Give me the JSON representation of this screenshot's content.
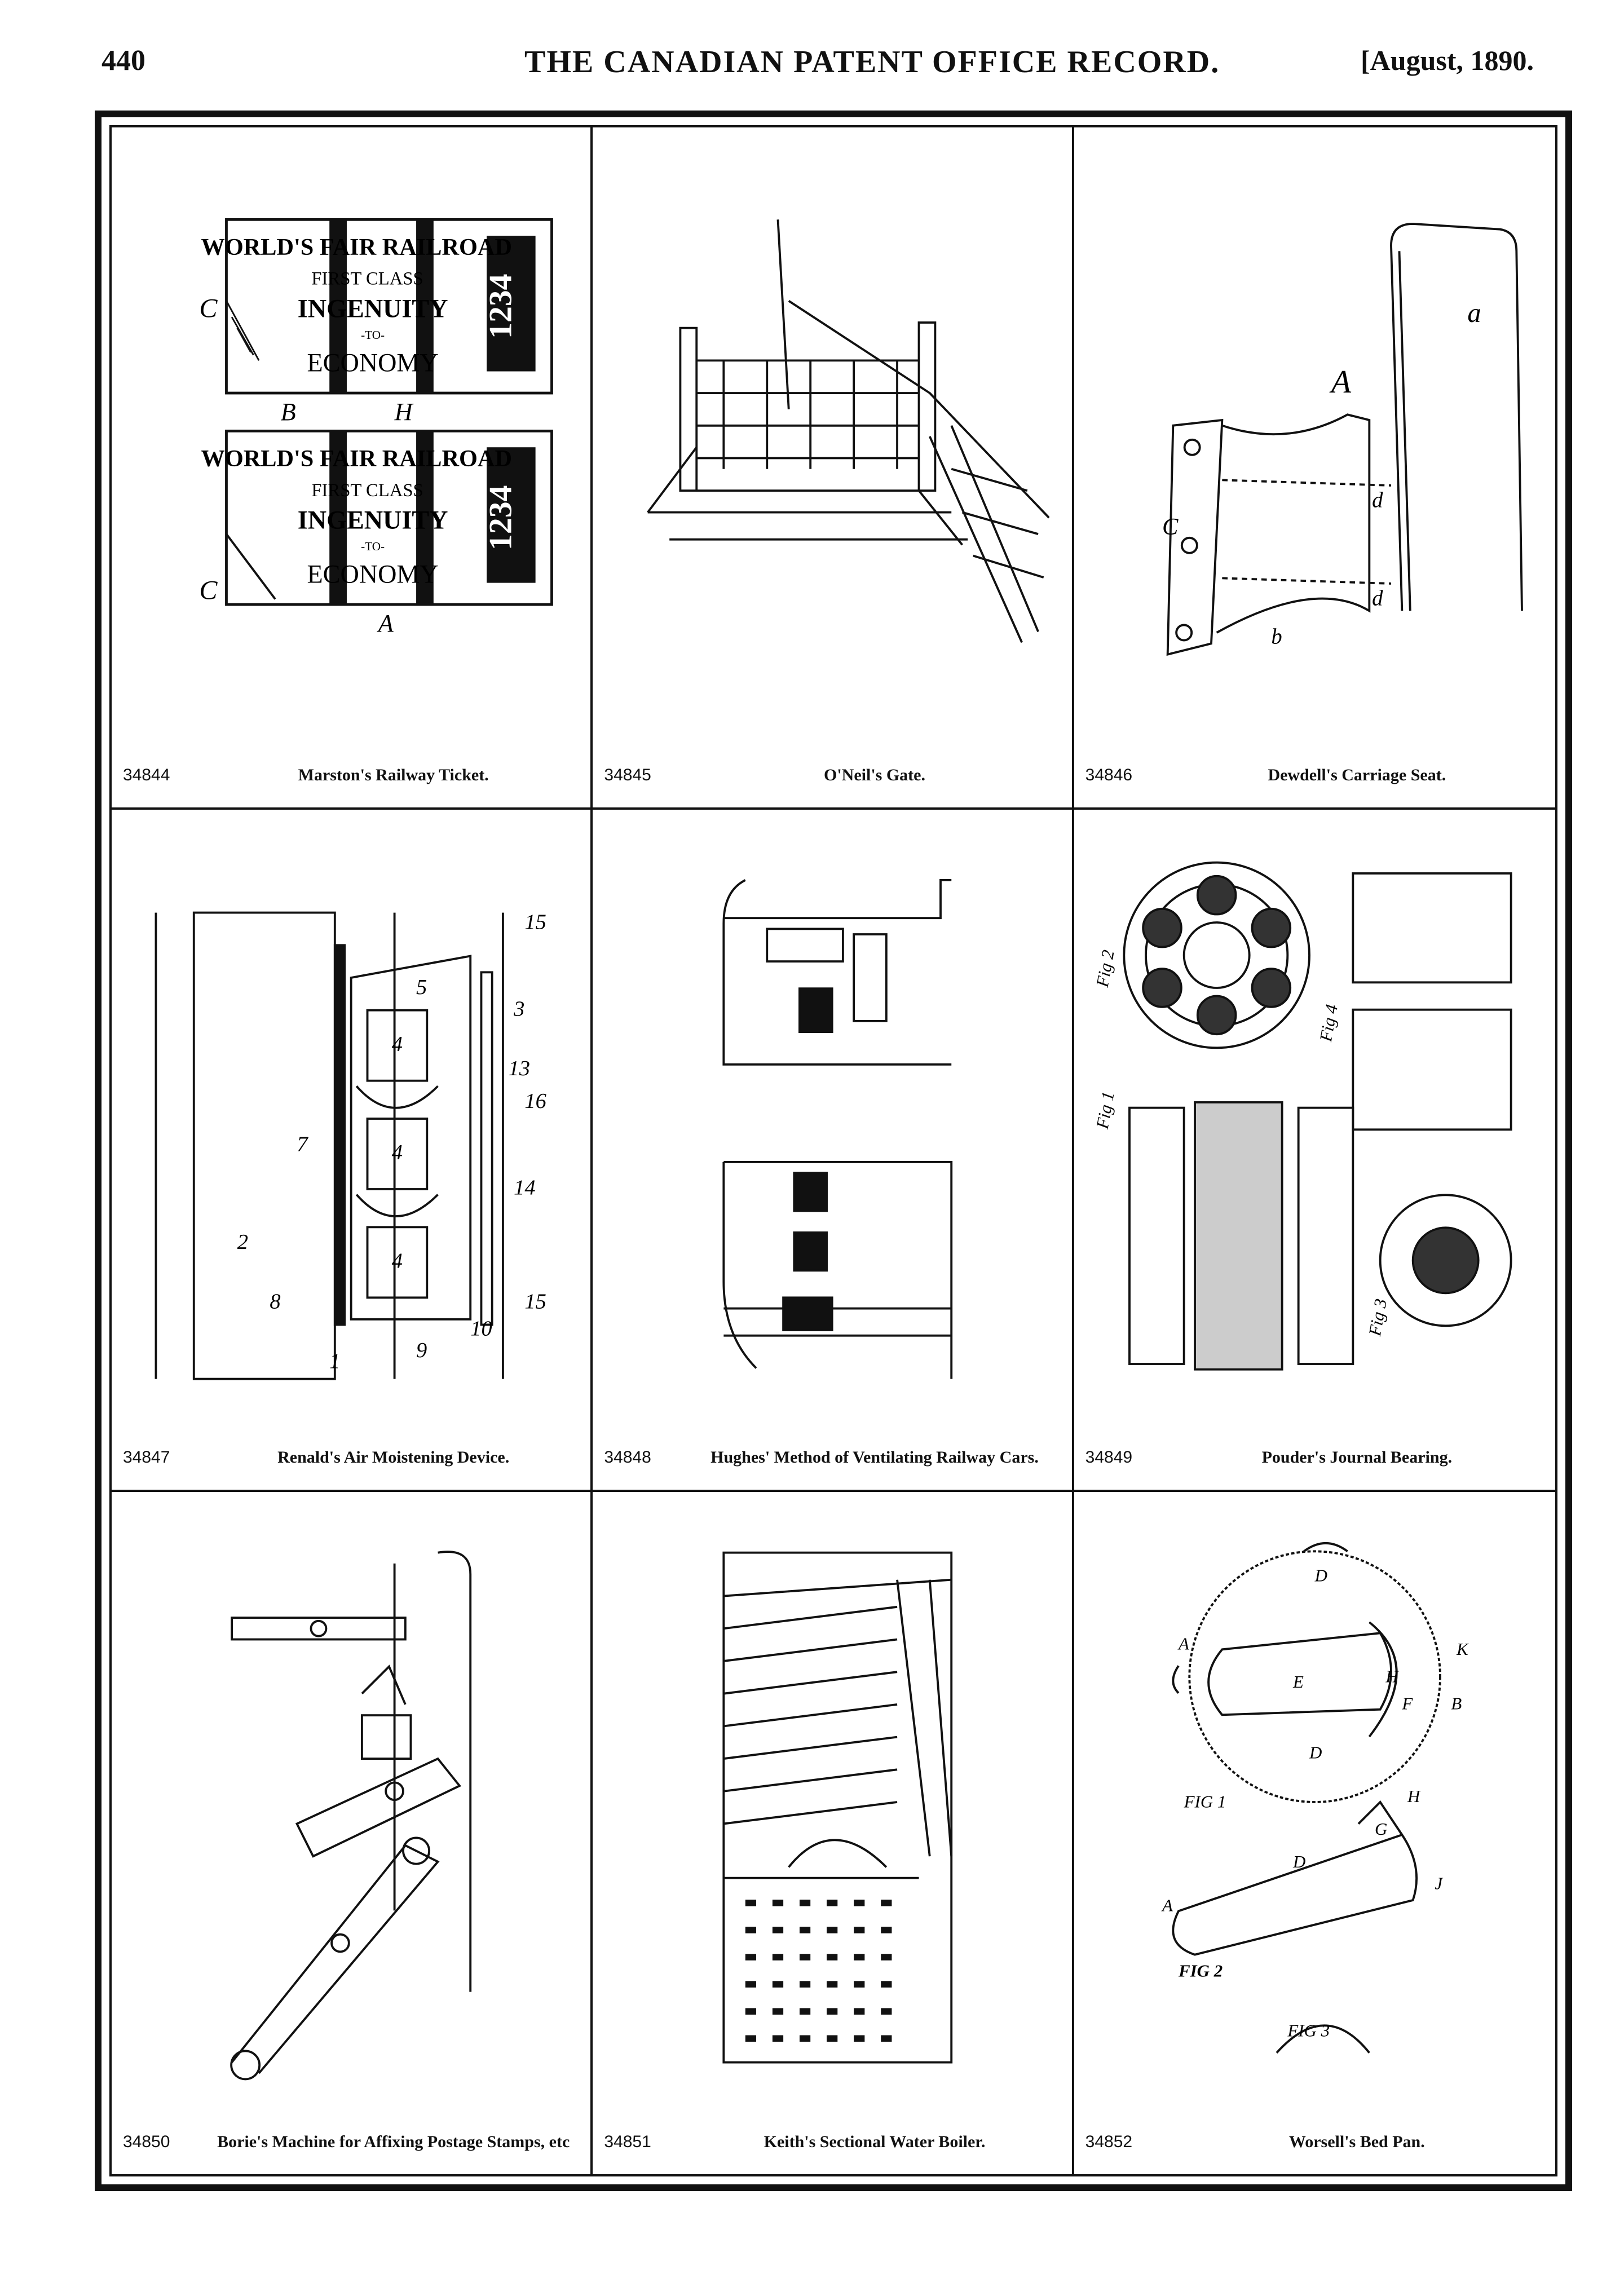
{
  "header": {
    "page_number": "440",
    "journal_title": "THE CANADIAN PATENT OFFICE RECORD.",
    "date": "[August, 1890."
  },
  "figures": [
    {
      "number": "34844",
      "title": "Marston's Railway Ticket.",
      "ticket": {
        "line1": "WORLD'S FAIR RAILROAD",
        "line2": "FIRST CLASS",
        "line3": "INGENUITY",
        "line4": "-TO-",
        "line5": "ECONOMY",
        "serial": "1234"
      },
      "labels": [
        "C",
        "B",
        "H",
        "C",
        "A"
      ]
    },
    {
      "number": "34845",
      "title": "O'Neil's Gate."
    },
    {
      "number": "34846",
      "title": "Dewdell's Carriage Seat.",
      "labels": [
        "a",
        "A",
        "d",
        "d",
        "C",
        "b"
      ]
    },
    {
      "number": "34847",
      "title": "Renald's Air Moistening Device.",
      "labels": [
        "15",
        "5",
        "3",
        "4",
        "13",
        "16",
        "7",
        "4",
        "14",
        "2",
        "4",
        "8",
        "1",
        "9",
        "10",
        "15"
      ]
    },
    {
      "number": "34848",
      "title": "Hughes' Method of Ventilating Railway Cars."
    },
    {
      "number": "34849",
      "title": "Pouder's Journal Bearing.",
      "labels": [
        "Fig 2",
        "Fig 1",
        "Fig 4",
        "Fig 3"
      ]
    },
    {
      "number": "34850",
      "title": "Borie's Machine for Affixing Postage Stamps, etc"
    },
    {
      "number": "34851",
      "title": "Keith's Sectional Water Boiler."
    },
    {
      "number": "34852",
      "title": "Worsell's Bed Pan.",
      "labels": [
        "D",
        "K",
        "A",
        "E",
        "H",
        "F",
        "B",
        "D",
        "FIG 1",
        "H",
        "G",
        "D",
        "J",
        "A",
        "FIG 2",
        "FIG 3"
      ]
    }
  ]
}
